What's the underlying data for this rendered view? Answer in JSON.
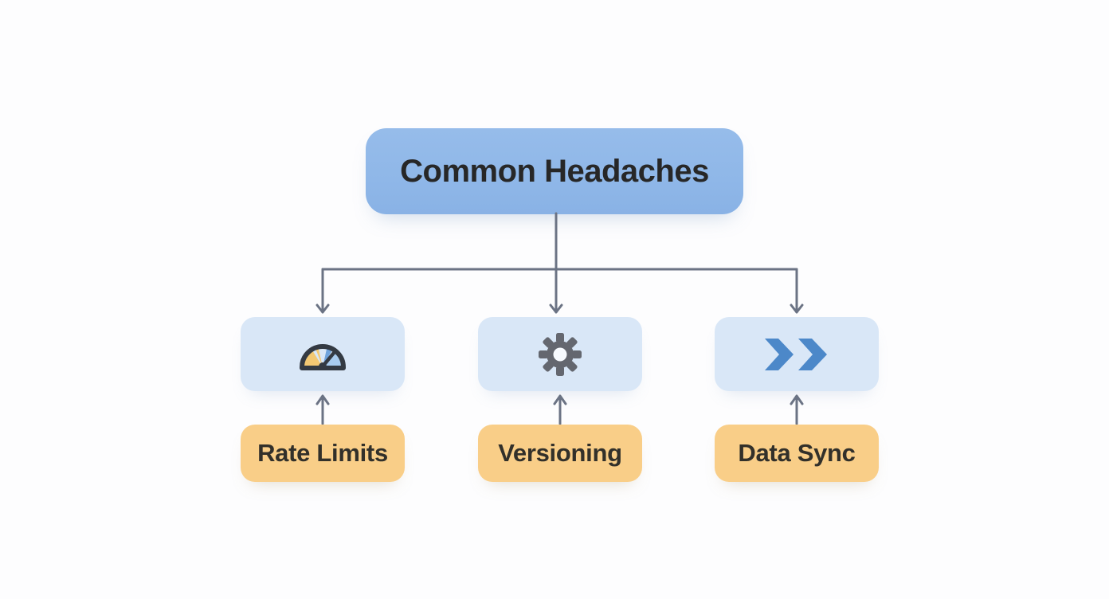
{
  "title": {
    "label": "Common Headaches"
  },
  "branches": [
    {
      "id": "rate-limits",
      "icon": "gauge-icon",
      "label": "Rate Limits"
    },
    {
      "id": "versioning",
      "icon": "gear-icon",
      "label": "Versioning"
    },
    {
      "id": "data-sync",
      "icon": "fast-forward-icon",
      "label": "Data Sync"
    }
  ],
  "connector": {
    "description": "single trunk from title splitting into three down-arrows; each label box points up to its icon box"
  },
  "colors": {
    "title_box": "#8FB7E8",
    "icon_box": "#D9E7F7",
    "label_box": "#F9CE88",
    "connector": "#6B7384",
    "title_text": "#272727",
    "label_text": "#32302A",
    "gauge_dark": "#343A43",
    "gauge_orange": "#F3C873",
    "gauge_blue_light": "#A9CCEF",
    "gauge_blue_mid": "#6FA3DC",
    "gear_gray": "#64676F",
    "chevron_blue": "#4C88C9",
    "background": "#FDFDFE"
  }
}
